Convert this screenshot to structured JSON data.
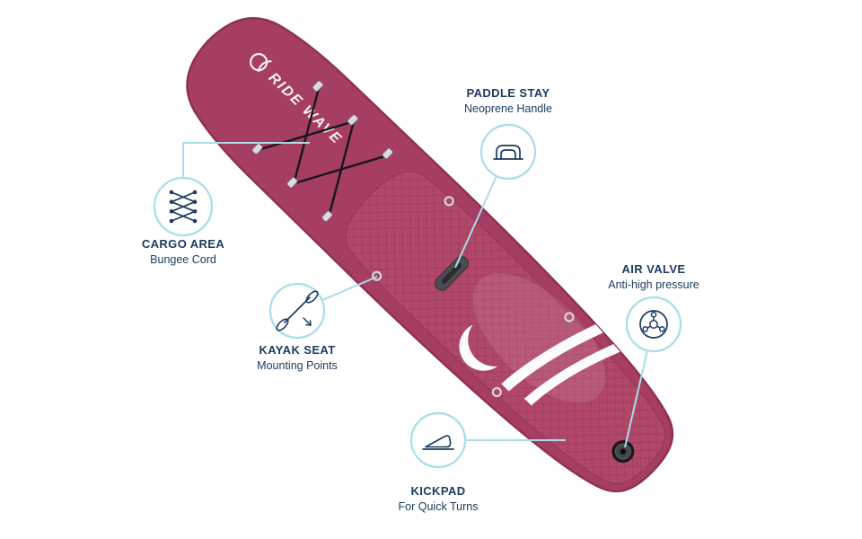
{
  "background": "#ffffff",
  "colors": {
    "background": "#ffffff",
    "board": "#a63d62",
    "board_edge": "#8f3153",
    "deck_pad": "#b14769",
    "accent": "#a8dde9",
    "text": "#1d3c60",
    "bungee_cord": "#17171a",
    "handle": "#4c4c52",
    "graphic_white": "#fdfcfd"
  },
  "board": {
    "brand": "RIDE WAVE"
  },
  "callouts": [
    {
      "id": "cargo",
      "title": "CARGO AREA",
      "subtitle": "Bungee Cord",
      "icon": "bungee-cord-icon"
    },
    {
      "id": "paddle",
      "title": "PADDLE STAY",
      "subtitle": "Neoprene Handle",
      "icon": "handle-icon"
    },
    {
      "id": "kayak",
      "title": "KAYAK SEAT",
      "subtitle": "Mounting Points",
      "icon": "kayak-paddle-icon"
    },
    {
      "id": "valve",
      "title": "AIR VALVE",
      "subtitle": "Anti-high pressure",
      "icon": "air-valve-icon"
    },
    {
      "id": "kickpad",
      "title": "KICKPAD",
      "subtitle": "For Quick Turns",
      "icon": "kickpad-icon"
    }
  ]
}
